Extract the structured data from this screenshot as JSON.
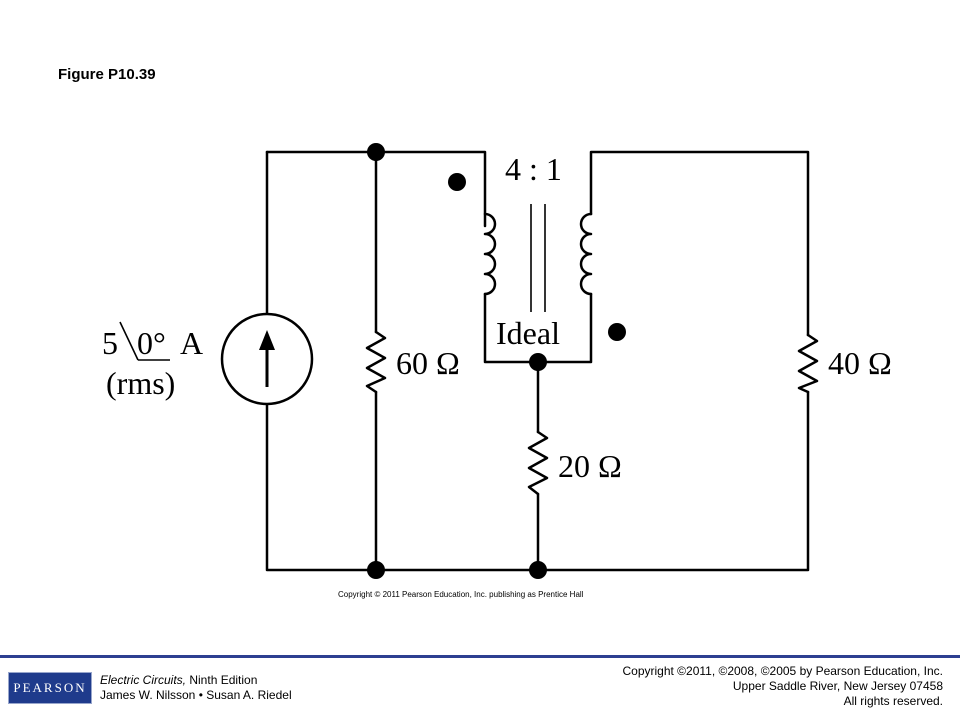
{
  "figure": {
    "title": "Figure P10.39",
    "copyright": "Copyright © 2011 Pearson Education, Inc. publishing as Prentice Hall"
  },
  "circuit": {
    "source_magnitude": "5",
    "source_angle": "0°",
    "source_unit": "A",
    "source_rms": "(rms)",
    "r1_label": "60 Ω",
    "r2_label": "20 Ω",
    "r3_label": "40 Ω",
    "turns_ratio": "4 : 1",
    "transformer_label": "Ideal"
  },
  "footer": {
    "logo_text": "PEARSON",
    "book_title": "Electric Circuits,",
    "book_edition": " Ninth Edition",
    "authors": "James W. Nilsson • Susan A. Riedel",
    "copyright_line1": "Copyright ©2011, ©2008, ©2005 by Pearson Education, Inc.",
    "copyright_line2": "Upper Saddle River, New Jersey 07458",
    "copyright_line3": "All rights reserved."
  },
  "colors": {
    "footer_rule": "#2d3f91",
    "logo_bg": "#1f3b8c"
  }
}
